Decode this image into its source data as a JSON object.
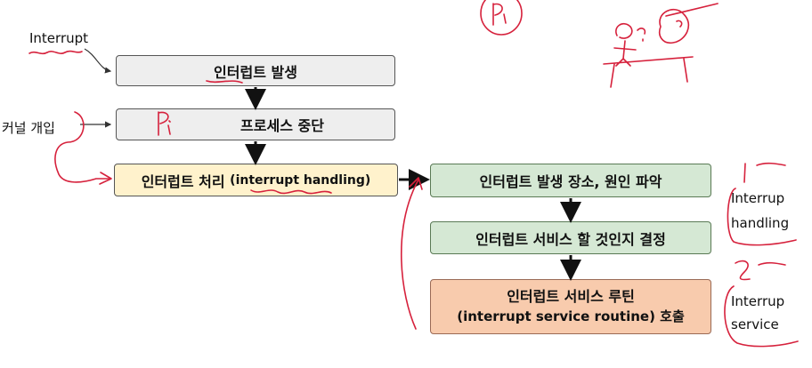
{
  "labels": {
    "interrupt": "Interrupt",
    "kernel": "커널 개입"
  },
  "boxes": {
    "occur": "인터럽트 발생",
    "stop": "프로세스 중단",
    "handling_ko": "인터럽트 처리",
    "handling_en": "(interrupt handling)",
    "locate": "인터럽트 발생 장소, 원인 파악",
    "decide": "인터럽트 서비스 할 것인지 결정",
    "routine_line1": "인터럽트 서비스 루틴",
    "routine_line2": "(interrupt service routine) 호출"
  },
  "side_notes": {
    "note1_line1": "Interrup",
    "note1_line2": "handling",
    "note2_line1": "Interrup",
    "note2_line2": "service"
  },
  "colors": {
    "ink": "#d6213c",
    "gray_box": "#eeeeee",
    "yellow_box": "#fff2cc",
    "green_box": "#d5e8d4",
    "salmon_box": "#f8cbad"
  }
}
